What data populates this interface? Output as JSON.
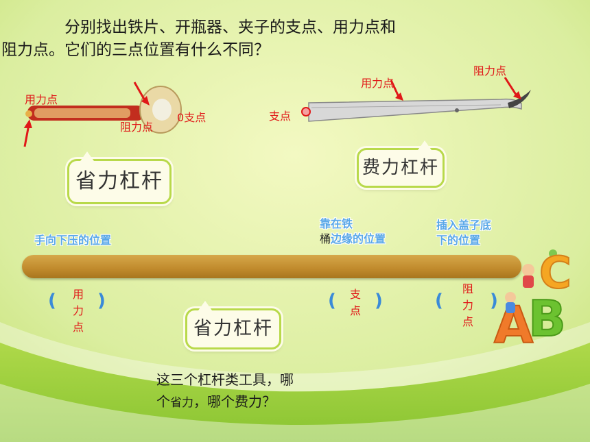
{
  "question": {
    "line1": "分别找出铁片、开瓶器、夹子的支点、用力点和",
    "line2": "阻力点。它们的三点位置有什么不同？"
  },
  "opener": {
    "effort_label": "用力点",
    "resistance_label": "阻力点",
    "fulcrum_label": "支点",
    "fulcrum_mark": "0"
  },
  "tweezers": {
    "effort_label": "用力点",
    "resistance_label": "阻力点",
    "fulcrum_label": "支点"
  },
  "tags": {
    "opener_tag": "省力杠杆",
    "tweezers_tag": "费力杠杆",
    "lever_tag": "省力杠杆"
  },
  "lever": {
    "hand_label": "手向下压的位置",
    "edge_label_line1": "靠在铁",
    "edge_label_prefix": "桶",
    "edge_label_line2": "边缘的位置",
    "lid_label_line1": "插入盖子底",
    "lid_label_line2": "下的位置",
    "slots": [
      {
        "open": "(",
        "answer": [
          "用",
          "力",
          "点"
        ],
        "close": ")"
      },
      {
        "open": "(",
        "answer": [
          "支",
          "点"
        ],
        "close": ")"
      },
      {
        "open": "(",
        "answer": [
          "阻",
          "力",
          "点"
        ],
        "close": ")"
      }
    ]
  },
  "bottom_question": {
    "line1": "这三个杠杆类工具，哪",
    "line2_a": "个",
    "line2_b": "省力",
    "line2_c": "，哪个费力？"
  },
  "decor": {
    "letters": [
      "C",
      "A",
      "B"
    ]
  }
}
